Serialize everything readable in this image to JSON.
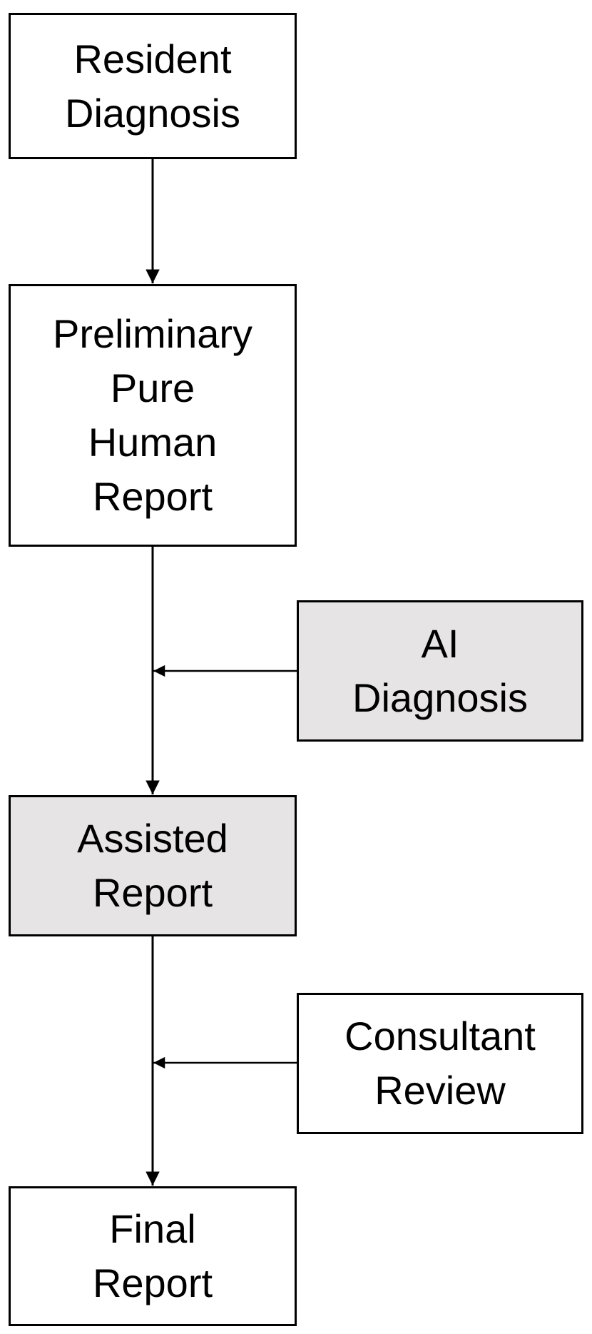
{
  "colors": {
    "default_fill": "#ffffff",
    "highlight_fill": "#e6e4e4",
    "stroke": "#000000"
  },
  "nodes": {
    "resident_diagnosis": {
      "lines": [
        "Resident",
        "Diagnosis"
      ],
      "fill": "#ffffff"
    },
    "preliminary_report": {
      "lines": [
        "Preliminary",
        "Pure",
        "Human",
        "Report"
      ],
      "fill": "#ffffff"
    },
    "ai_diagnosis": {
      "lines": [
        "AI",
        "Diagnosis"
      ],
      "fill": "#e6e4e4"
    },
    "assisted_report": {
      "lines": [
        "Assisted",
        "Report"
      ],
      "fill": "#e6e4e4"
    },
    "consultant_review": {
      "lines": [
        "Consultant",
        "Review"
      ],
      "fill": "#ffffff"
    },
    "final_report": {
      "lines": [
        "Final",
        "Report"
      ],
      "fill": "#ffffff"
    }
  },
  "edges": [
    {
      "from": "resident_diagnosis",
      "to": "preliminary_report"
    },
    {
      "from": "preliminary_report",
      "to": "assisted_report"
    },
    {
      "from": "ai_diagnosis",
      "to": "assisted_report"
    },
    {
      "from": "assisted_report",
      "to": "final_report"
    },
    {
      "from": "consultant_review",
      "to": "final_report"
    }
  ]
}
